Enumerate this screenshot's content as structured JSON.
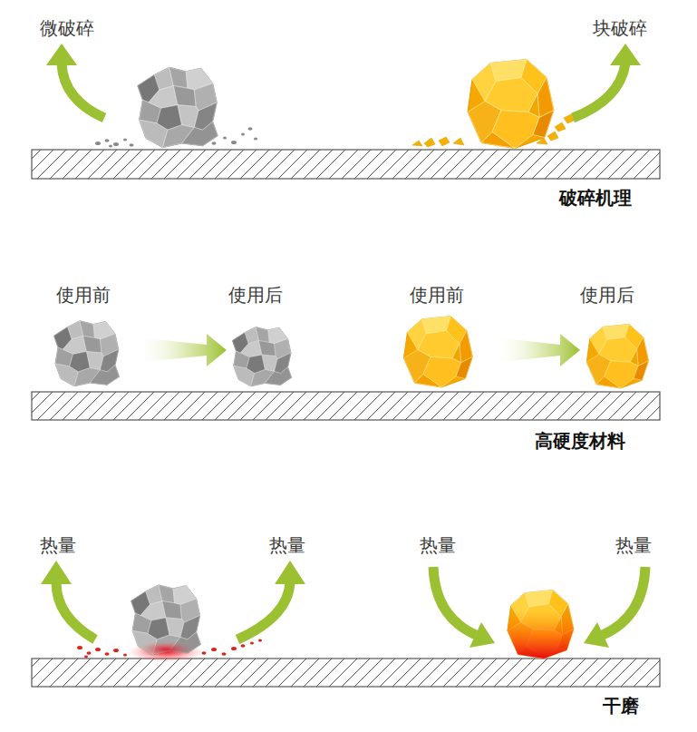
{
  "diagram": {
    "labels": [
      "微破碎",
      "块破碎",
      "破碎机理",
      "使用前",
      "使用后",
      "使用前",
      "使用后",
      "高硬度材料",
      "热量",
      "热量",
      "热量",
      "热量",
      "干磨"
    ]
  }
}
